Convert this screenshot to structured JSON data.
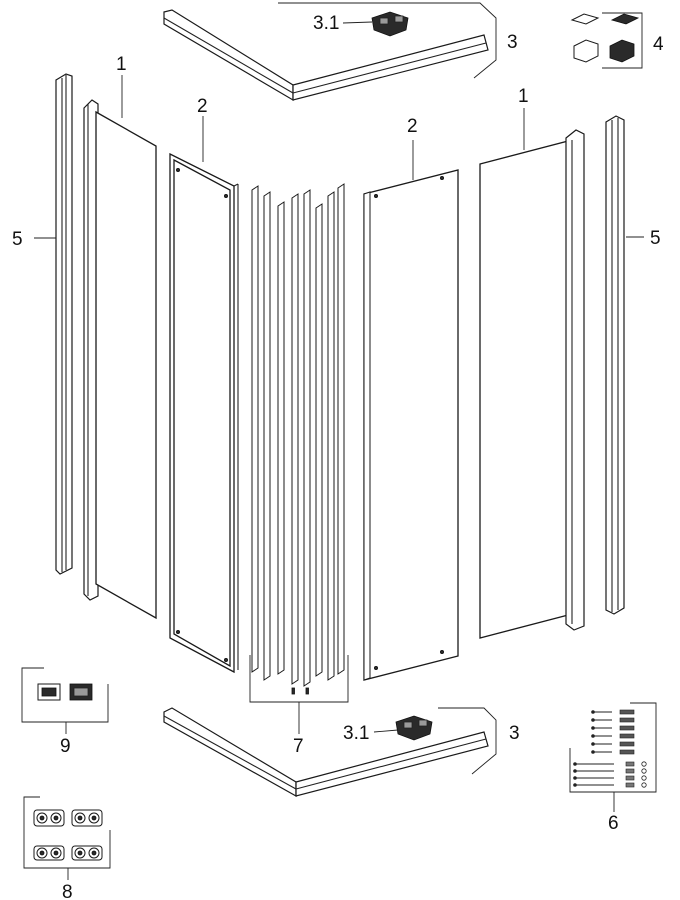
{
  "callouts": {
    "c1_left": "1",
    "c1_right": "1",
    "c2_left": "2",
    "c2_right": "2",
    "c3_top": "3",
    "c3_bottom": "3",
    "c31_top": "3.1",
    "c31_bottom": "3.1",
    "c4": "4",
    "c5_left": "5",
    "c5_right": "5",
    "c6": "6",
    "c7": "7",
    "c8": "8",
    "c9": "9"
  },
  "colors": {
    "line": "#1a1a1a",
    "background": "#ffffff"
  }
}
